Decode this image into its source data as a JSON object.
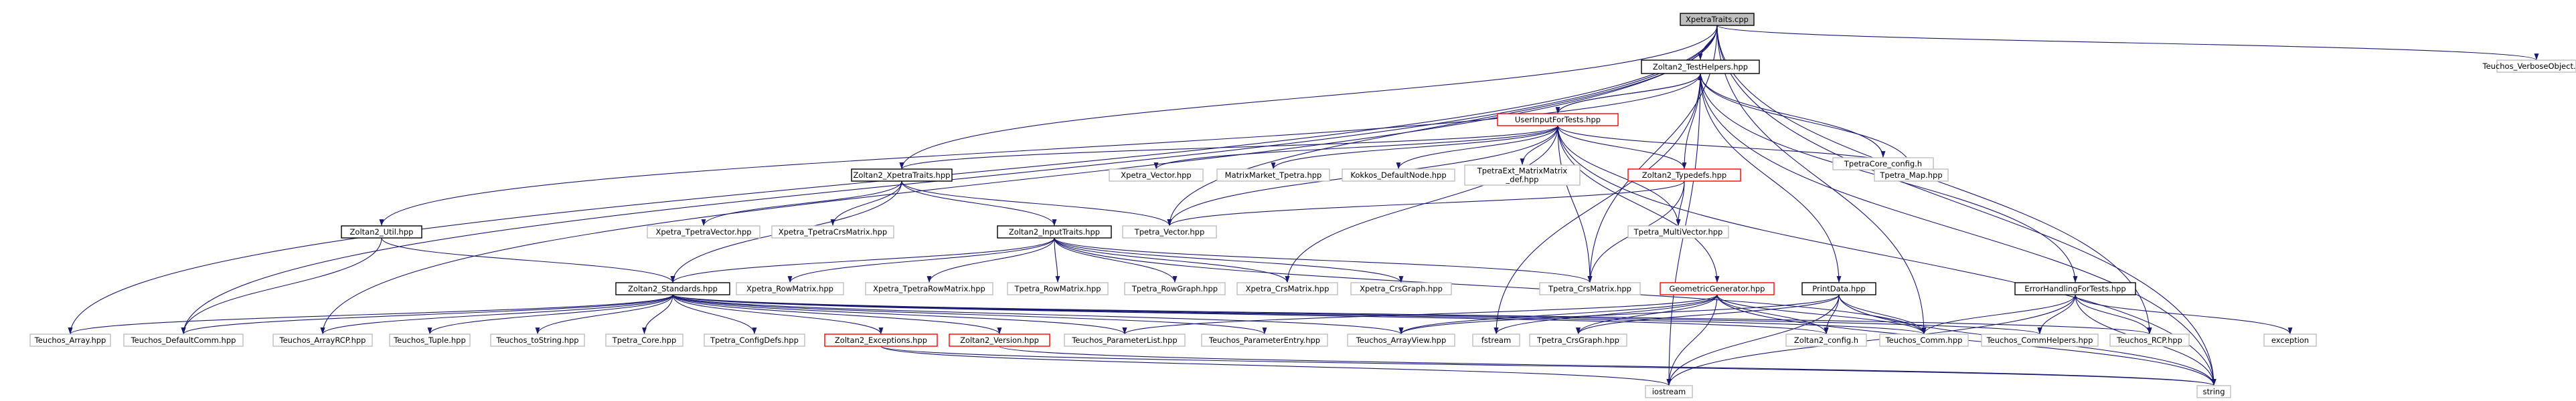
{
  "graph": {
    "title": "XpetraTraits.cpp",
    "colors": {
      "root_fill": "#bfbfbf",
      "root_stroke": "#000000",
      "documented_stroke": "#000000",
      "undocumented_stroke": "#bfbfbf",
      "highlight_stroke": "#ff0000",
      "edge": "#191970"
    },
    "nodes": [
      {
        "id": "root",
        "label": "XpetraTraits.cpp",
        "style": "root"
      },
      {
        "id": "testhelpers",
        "label": "Zoltan2_TestHelpers.hpp",
        "style": "documented"
      },
      {
        "id": "verbose",
        "label": "Teuchos_VerboseObject.hpp",
        "style": "undocumented"
      },
      {
        "id": "uift",
        "label": "UserInputForTests.hpp",
        "style": "highlight"
      },
      {
        "id": "tpetracore_config",
        "label": "TpetraCore_config.h",
        "style": "undocumented"
      },
      {
        "id": "xpetratraits",
        "label": "Zoltan2_XpetraTraits.hpp",
        "style": "documented"
      },
      {
        "id": "xpetra_vector",
        "label": "Xpetra_Vector.hpp",
        "style": "undocumented"
      },
      {
        "id": "matrixmarket",
        "label": "MatrixMarket_Tpetra.hpp",
        "style": "undocumented"
      },
      {
        "id": "kokkos",
        "label": "Kokkos_DefaultNode.hpp",
        "style": "undocumented"
      },
      {
        "id": "tpetraext",
        "label": "TpetraExt_MatrixMatrix\n_def.hpp",
        "style": "undocumented"
      },
      {
        "id": "typedefs",
        "label": "Zoltan2_Typedefs.hpp",
        "style": "highlight"
      },
      {
        "id": "tpetra_map",
        "label": "Tpetra_Map.hpp",
        "style": "undocumented"
      },
      {
        "id": "util",
        "label": "Zoltan2_Util.hpp",
        "style": "documented"
      },
      {
        "id": "xpetra_tpetravector",
        "label": "Xpetra_TpetraVector.hpp",
        "style": "undocumented"
      },
      {
        "id": "xpetra_tpetracrsmatrix",
        "label": "Xpetra_TpetraCrsMatrix.hpp",
        "style": "undocumented"
      },
      {
        "id": "inputtraits",
        "label": "Zoltan2_InputTraits.hpp",
        "style": "documented"
      },
      {
        "id": "tpetra_vector",
        "label": "Tpetra_Vector.hpp",
        "style": "undocumented"
      },
      {
        "id": "tpetra_multivector",
        "label": "Tpetra_MultiVector.hpp",
        "style": "undocumented"
      },
      {
        "id": "standards",
        "label": "Zoltan2_Standards.hpp",
        "style": "documented"
      },
      {
        "id": "xpetra_rowmatrix",
        "label": "Xpetra_RowMatrix.hpp",
        "style": "undocumented"
      },
      {
        "id": "xpetra_tpetrarowmatrix",
        "label": "Xpetra_TpetraRowMatrix.hpp",
        "style": "undocumented"
      },
      {
        "id": "tpetra_rowmatrix",
        "label": "Tpetra_RowMatrix.hpp",
        "style": "undocumented"
      },
      {
        "id": "tpetra_rowgraph",
        "label": "Tpetra_RowGraph.hpp",
        "style": "undocumented"
      },
      {
        "id": "xpetra_crsmatrix",
        "label": "Xpetra_CrsMatrix.hpp",
        "style": "undocumented"
      },
      {
        "id": "xpetra_crsgraph",
        "label": "Xpetra_CrsGraph.hpp",
        "style": "undocumented"
      },
      {
        "id": "tpetra_crsmatrix",
        "label": "Tpetra_CrsMatrix.hpp",
        "style": "undocumented"
      },
      {
        "id": "printdata",
        "label": "PrintData.hpp",
        "style": "documented"
      },
      {
        "id": "errorhandling",
        "label": "ErrorHandlingForTests.hpp",
        "style": "documented"
      },
      {
        "id": "geomgen",
        "label": "GeometricGenerator.hpp",
        "style": "highlight"
      },
      {
        "id": "teuchos_array",
        "label": "Teuchos_Array.hpp",
        "style": "undocumented"
      },
      {
        "id": "teuchos_defaultcomm",
        "label": "Teuchos_DefaultComm.hpp",
        "style": "undocumented"
      },
      {
        "id": "teuchos_arrayrcp",
        "label": "Teuchos_ArrayRCP.hpp",
        "style": "undocumented"
      },
      {
        "id": "teuchos_tuple",
        "label": "Teuchos_Tuple.hpp",
        "style": "undocumented"
      },
      {
        "id": "teuchos_tostring",
        "label": "Teuchos_toString.hpp",
        "style": "undocumented"
      },
      {
        "id": "tpetra_core",
        "label": "Tpetra_Core.hpp",
        "style": "undocumented"
      },
      {
        "id": "tpetra_configdefs",
        "label": "Tpetra_ConfigDefs.hpp",
        "style": "undocumented"
      },
      {
        "id": "exceptions",
        "label": "Zoltan2_Exceptions.hpp",
        "style": "highlight"
      },
      {
        "id": "version",
        "label": "Zoltan2_Version.hpp",
        "style": "highlight"
      },
      {
        "id": "paramlist",
        "label": "Teuchos_ParameterList.hpp",
        "style": "undocumented"
      },
      {
        "id": "paramentry",
        "label": "Teuchos_ParameterEntry.hpp",
        "style": "undocumented"
      },
      {
        "id": "arrayview",
        "label": "Teuchos_ArrayView.hpp",
        "style": "undocumented"
      },
      {
        "id": "fstream",
        "label": "fstream",
        "style": "undocumented"
      },
      {
        "id": "tpetra_crsgraph",
        "label": "Tpetra_CrsGraph.hpp",
        "style": "undocumented"
      },
      {
        "id": "config_h",
        "label": "Zoltan2_config.h",
        "style": "undocumented"
      },
      {
        "id": "teuchos_comm",
        "label": "Teuchos_Comm.hpp",
        "style": "undocumented"
      },
      {
        "id": "commhelpers",
        "label": "Teuchos_CommHelpers.hpp",
        "style": "undocumented"
      },
      {
        "id": "teuchos_rcp",
        "label": "Teuchos_RCP.hpp",
        "style": "undocumented"
      },
      {
        "id": "exception",
        "label": "exception",
        "style": "undocumented"
      },
      {
        "id": "iostream",
        "label": "iostream",
        "style": "undocumented"
      },
      {
        "id": "string",
        "label": "string",
        "style": "undocumented"
      }
    ],
    "edges": [
      [
        "root",
        "testhelpers"
      ],
      [
        "root",
        "verbose"
      ],
      [
        "root",
        "string"
      ],
      [
        "root",
        "xpetratraits"
      ],
      [
        "root",
        "tpetra_vector"
      ],
      [
        "root",
        "teuchos_array"
      ],
      [
        "root",
        "teuchos_defaultcomm"
      ],
      [
        "root",
        "teuchos_arrayrcp"
      ],
      [
        "root",
        "teuchos_comm"
      ],
      [
        "root",
        "teuchos_rcp"
      ],
      [
        "root",
        "tpetra_crsmatrix"
      ],
      [
        "testhelpers",
        "uift"
      ],
      [
        "testhelpers",
        "tpetracore_config"
      ],
      [
        "testhelpers",
        "tpetra_map"
      ],
      [
        "testhelpers",
        "util"
      ],
      [
        "testhelpers",
        "printdata"
      ],
      [
        "testhelpers",
        "errorhandling"
      ],
      [
        "testhelpers",
        "iostream"
      ],
      [
        "testhelpers",
        "string"
      ],
      [
        "testhelpers",
        "fstream"
      ],
      [
        "uift",
        "testhelpers"
      ],
      [
        "uift",
        "xpetratraits"
      ],
      [
        "uift",
        "xpetra_vector"
      ],
      [
        "uift",
        "matrixmarket"
      ],
      [
        "uift",
        "kokkos"
      ],
      [
        "uift",
        "tpetraext"
      ],
      [
        "uift",
        "typedefs"
      ],
      [
        "uift",
        "tpetra_map"
      ],
      [
        "uift",
        "tpetra_vector"
      ],
      [
        "uift",
        "tpetra_multivector"
      ],
      [
        "uift",
        "tpetra_crsmatrix"
      ],
      [
        "uift",
        "geomgen"
      ],
      [
        "uift",
        "xpetra_crsmatrix"
      ],
      [
        "uift",
        "string"
      ],
      [
        "typedefs",
        "testhelpers"
      ],
      [
        "typedefs",
        "tpetra_multivector"
      ],
      [
        "typedefs",
        "tpetra_crsmatrix"
      ],
      [
        "typedefs",
        "tpetra_vector"
      ],
      [
        "xpetratraits",
        "standards"
      ],
      [
        "xpetratraits",
        "xpetra_tpetravector"
      ],
      [
        "xpetratraits",
        "xpetra_tpetracrsmatrix"
      ],
      [
        "xpetratraits",
        "inputtraits"
      ],
      [
        "xpetratraits",
        "tpetra_vector"
      ],
      [
        "util",
        "standards"
      ],
      [
        "util",
        "teuchos_defaultcomm"
      ],
      [
        "inputtraits",
        "standards"
      ],
      [
        "inputtraits",
        "xpetra_rowmatrix"
      ],
      [
        "inputtraits",
        "xpetra_tpetrarowmatrix"
      ],
      [
        "inputtraits",
        "tpetra_rowmatrix"
      ],
      [
        "inputtraits",
        "tpetra_rowgraph"
      ],
      [
        "inputtraits",
        "xpetra_crsmatrix"
      ],
      [
        "inputtraits",
        "xpetra_crsgraph"
      ],
      [
        "inputtraits",
        "tpetra_crsmatrix"
      ],
      [
        "inputtraits",
        "teuchos_comm"
      ],
      [
        "standards",
        "teuchos_array"
      ],
      [
        "standards",
        "teuchos_defaultcomm"
      ],
      [
        "standards",
        "teuchos_arrayrcp"
      ],
      [
        "standards",
        "teuchos_tuple"
      ],
      [
        "standards",
        "teuchos_tostring"
      ],
      [
        "standards",
        "tpetra_core"
      ],
      [
        "standards",
        "tpetra_configdefs"
      ],
      [
        "standards",
        "exceptions"
      ],
      [
        "standards",
        "version"
      ],
      [
        "standards",
        "paramlist"
      ],
      [
        "standards",
        "paramentry"
      ],
      [
        "standards",
        "arrayview"
      ],
      [
        "standards",
        "config_h"
      ],
      [
        "standards",
        "teuchos_comm"
      ],
      [
        "standards",
        "commhelpers"
      ],
      [
        "standards",
        "teuchos_rcp"
      ],
      [
        "exceptions",
        "iostream"
      ],
      [
        "exceptions",
        "string"
      ],
      [
        "version",
        "string"
      ],
      [
        "printdata",
        "tpetra_crsgraph"
      ],
      [
        "printdata",
        "config_h"
      ],
      [
        "printdata",
        "arrayview"
      ],
      [
        "printdata",
        "teuchos_comm"
      ],
      [
        "printdata",
        "string"
      ],
      [
        "printdata",
        "iostream"
      ],
      [
        "errorhandling",
        "teuchos_comm"
      ],
      [
        "errorhandling",
        "commhelpers"
      ],
      [
        "errorhandling",
        "teuchos_rcp"
      ],
      [
        "errorhandling",
        "exception"
      ],
      [
        "errorhandling",
        "string"
      ],
      [
        "errorhandling",
        "iostream"
      ],
      [
        "geomgen",
        "fstream"
      ],
      [
        "geomgen",
        "arrayview"
      ],
      [
        "geomgen",
        "paramlist"
      ],
      [
        "geomgen",
        "tpetra_crsgraph"
      ],
      [
        "geomgen",
        "config_h"
      ],
      [
        "geomgen",
        "teuchos_comm"
      ],
      [
        "geomgen",
        "iostream"
      ],
      [
        "geomgen",
        "string"
      ]
    ]
  }
}
